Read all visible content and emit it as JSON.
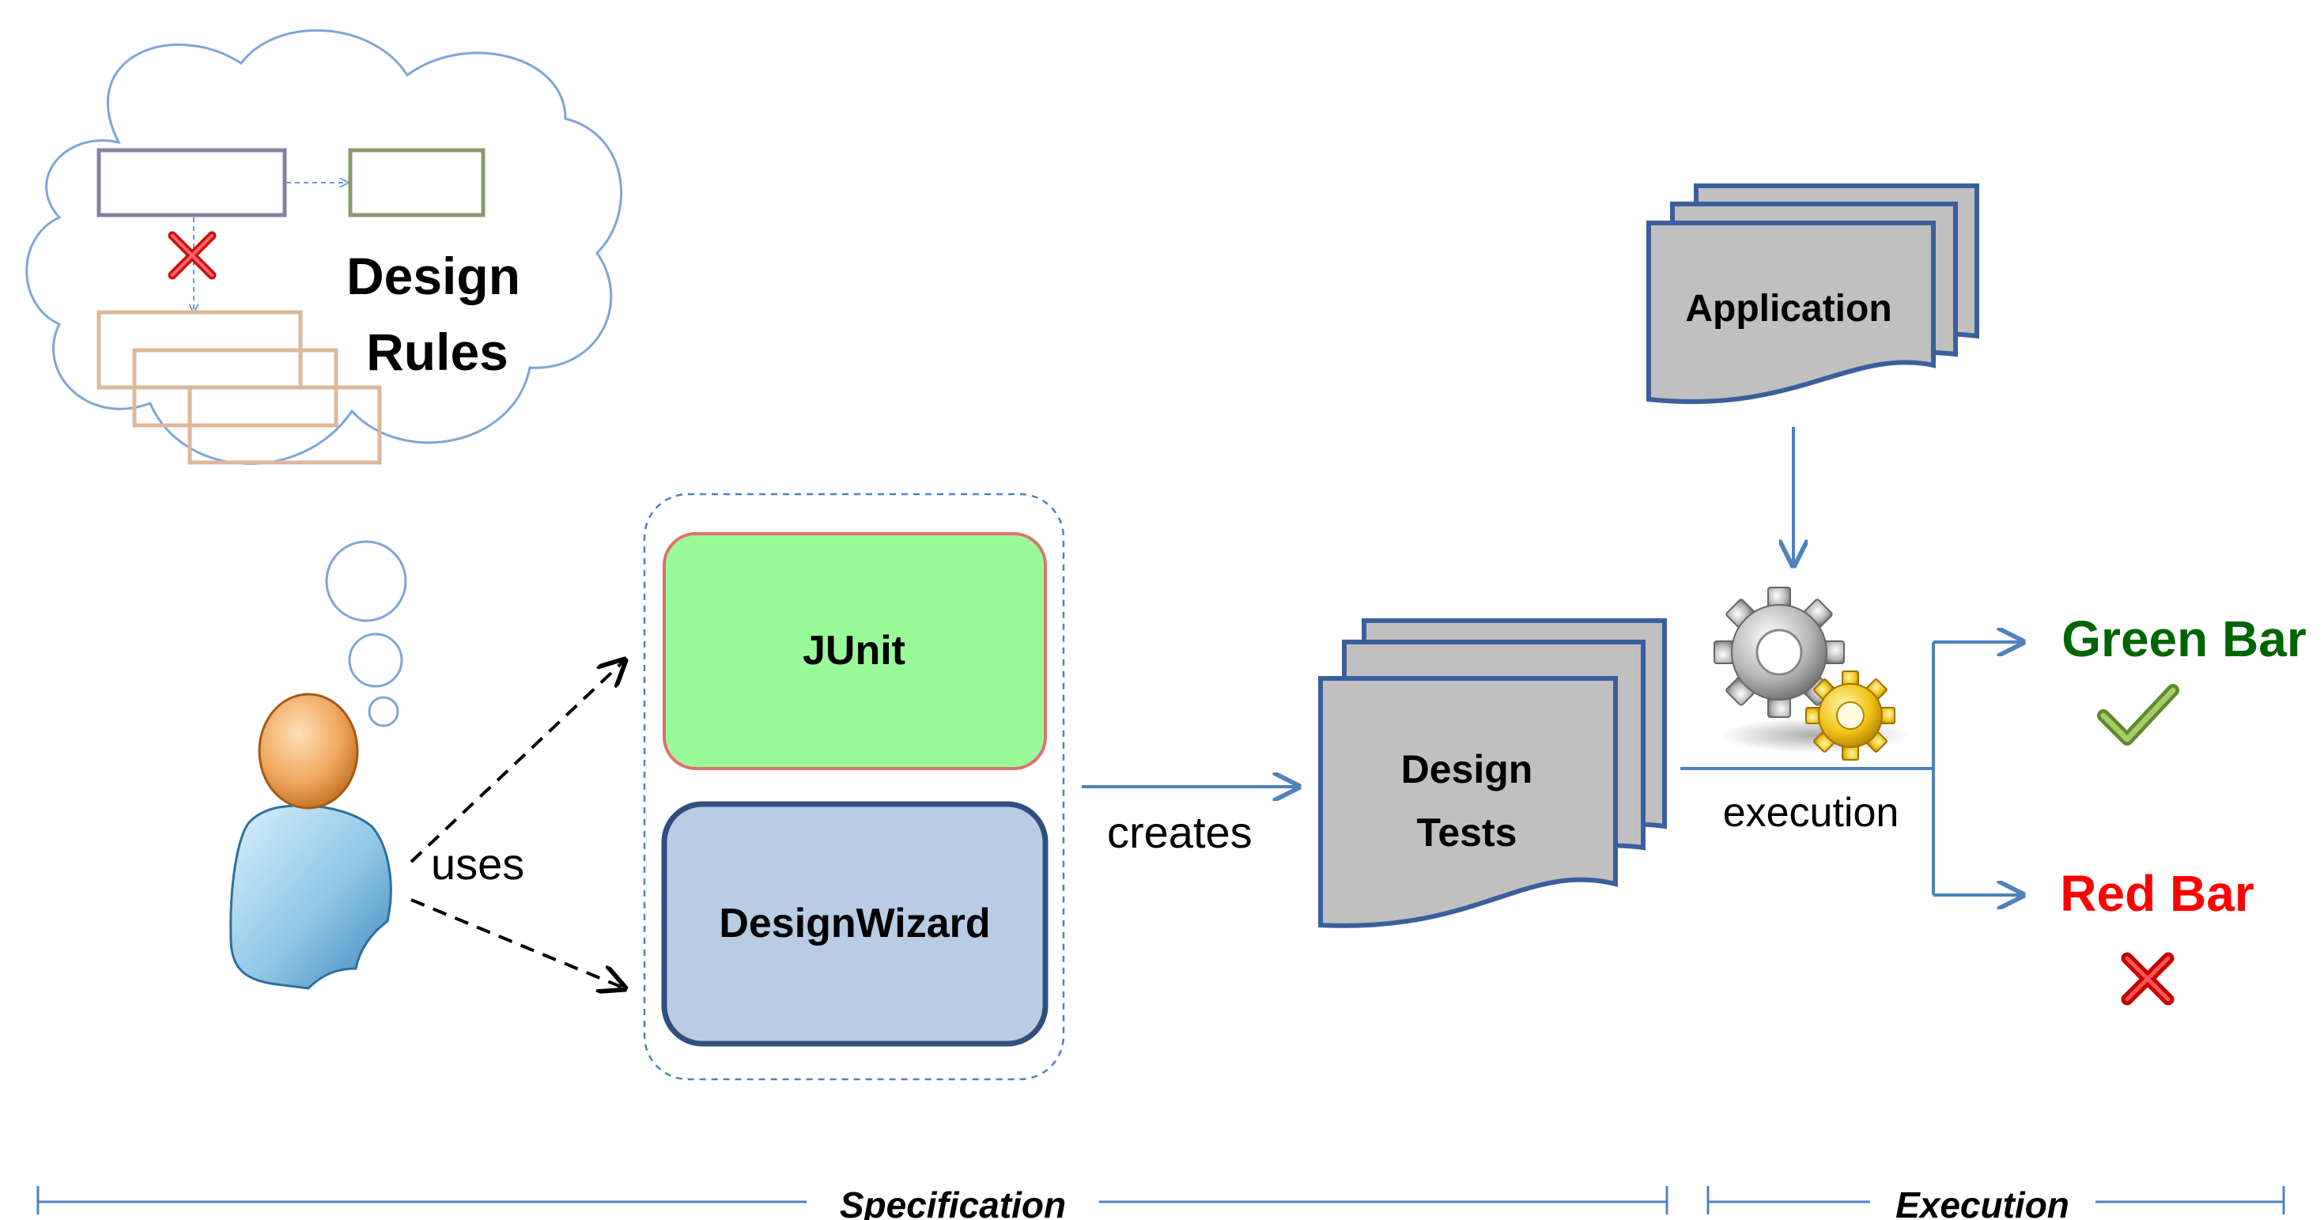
{
  "thought_bubble": {
    "title_line1": "Design",
    "title_line2": "Rules"
  },
  "actor": {
    "uses_label": "uses"
  },
  "tools": {
    "junit_label": "JUnit",
    "designwizard_label": "DesignWizard"
  },
  "flow": {
    "creates_label": "creates",
    "execution_label": "execution"
  },
  "documents": {
    "design_tests_line1": "Design",
    "design_tests_line2": "Tests",
    "application_label": "Application"
  },
  "results": {
    "green_bar_label": "Green Bar",
    "red_bar_label": "Red Bar"
  },
  "phases": {
    "specification_label": "Specification",
    "execution_label": "Execution"
  },
  "colors": {
    "junit_fill": "#98fb98",
    "junit_border": "#e07070",
    "designwizard_fill": "#b8cce4",
    "designwizard_border": "#2f4f7f",
    "document_fill": "#c0c0c0",
    "document_border": "#3a5f9c",
    "arrow_blue": "#4f81bd",
    "green_text": "#006400",
    "red_text": "#ff0000",
    "cloud_stroke": "#7fa6d6"
  }
}
